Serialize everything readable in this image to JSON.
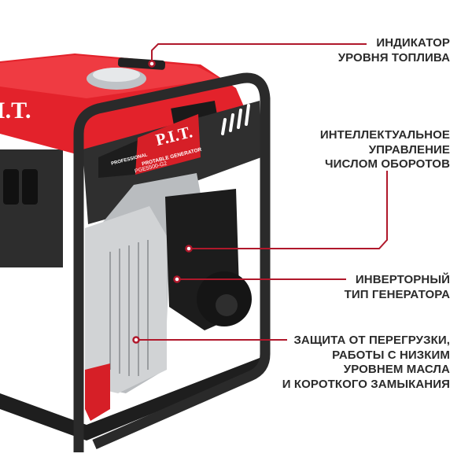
{
  "product": {
    "brand_logo": "P.I.T.",
    "badge": "PROFESSIONAL",
    "label_title": "PROTABLE GENERATOR",
    "model": "PGE5500-G2"
  },
  "callouts": [
    {
      "lines": [
        "ИНДИКАТОР",
        "УРОВНЯ ТОПЛИВА"
      ]
    },
    {
      "lines": [
        "ИНТЕЛЛЕКТУАЛЬНОЕ",
        "УПРАВЛЕНИЕ",
        "ЧИСЛОМ ОБОРОТОВ"
      ]
    },
    {
      "lines": [
        "ИНВЕРТОРНЫЙ",
        "ТИП ГЕНЕРАТОРА"
      ]
    },
    {
      "lines": [
        "ЗАЩИТА ОТ ПЕРЕГРУЗКИ,",
        "РАБОТЫ С НИЗКИМ",
        "УРОВНЕМ МАСЛА",
        "И КОРОТКОГО ЗАМЫКАНИЯ"
      ]
    }
  ],
  "colors": {
    "accent_line": "#b0182b",
    "tank_red": "#e3222b",
    "frame": "#2a2a2a",
    "text": "#2b2b2b"
  }
}
